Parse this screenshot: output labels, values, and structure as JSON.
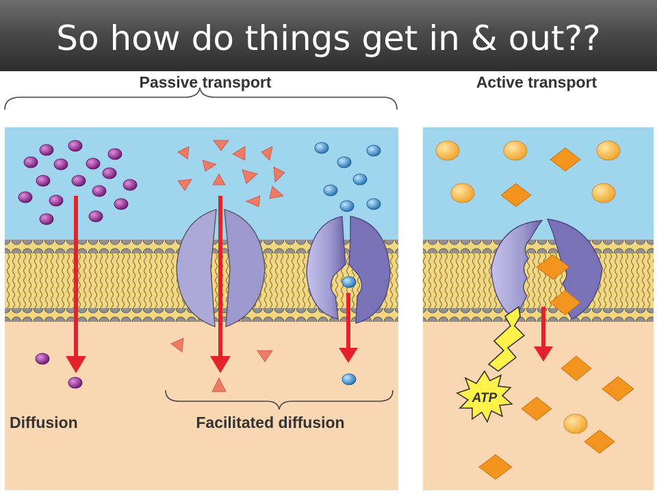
{
  "slide": {
    "title": "So how do things get in & out??"
  },
  "diagram": {
    "passive_label": "Passive transport",
    "active_label": "Active transport",
    "diffusion_label": "Diffusion",
    "facilitated_label": "Facilitated diffusion",
    "atp_label": "ATP"
  },
  "colors": {
    "extracellular": "#9fd6ee",
    "cytoplasm": "#f8d7b2",
    "lipid_head": "#8e8e8e",
    "lipid_tail": "#f2d680",
    "protein": "#a7a3d2",
    "arrow": "#e4222c",
    "purple_molecule": "#8a2a8c",
    "salmon_molecule": "#ef7a66",
    "blue_molecule": "#2f86c6",
    "orange_molecule": "#f2941e",
    "atp_burst": "#fff24a"
  }
}
